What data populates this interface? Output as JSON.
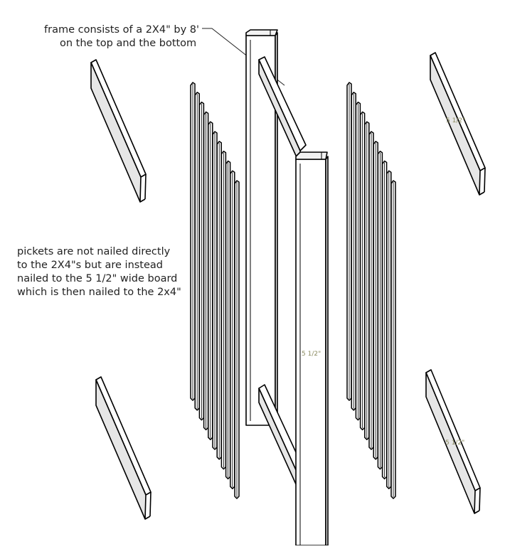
{
  "notes": {
    "frame_line1": "frame consists of a 2X4\" by 8'",
    "frame_line2": "on the top and the bottom",
    "pickets_line1": "pickets are not nailed directly",
    "pickets_line2": "to the 2X4\"s but are instead",
    "pickets_line3": "nailed to the 5 1/2\" wide board",
    "pickets_line4": "which is then nailed to the 2x4\""
  },
  "dimensions": {
    "post_width": "5 1/2\"",
    "right_top_board": "5 1/2\"",
    "right_bottom_board": "5 1/2\""
  }
}
